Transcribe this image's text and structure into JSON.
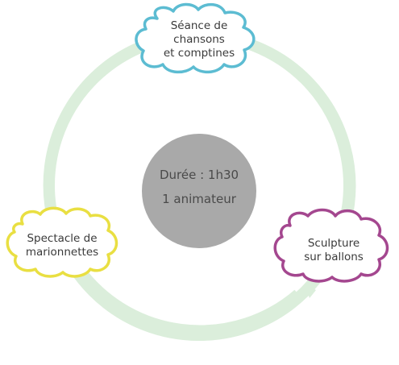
{
  "colors": {
    "ring": "#dbeedb",
    "center": "#a9a9a9",
    "cloud_top": "#5cbcd2",
    "cloud_left": "#e9df42",
    "cloud_right": "#a4478f",
    "text": "#3a3a3a"
  },
  "center": {
    "line1": "Durée : 1h30",
    "line2": "1 animateur"
  },
  "nodes": {
    "top": {
      "line1": "Séance de",
      "line2": "chansons",
      "line3": "et comptines"
    },
    "left": {
      "line1": "Spectacle de",
      "line2": "marionnettes"
    },
    "right": {
      "line1": "Sculpture",
      "line2": "sur ballons"
    }
  }
}
